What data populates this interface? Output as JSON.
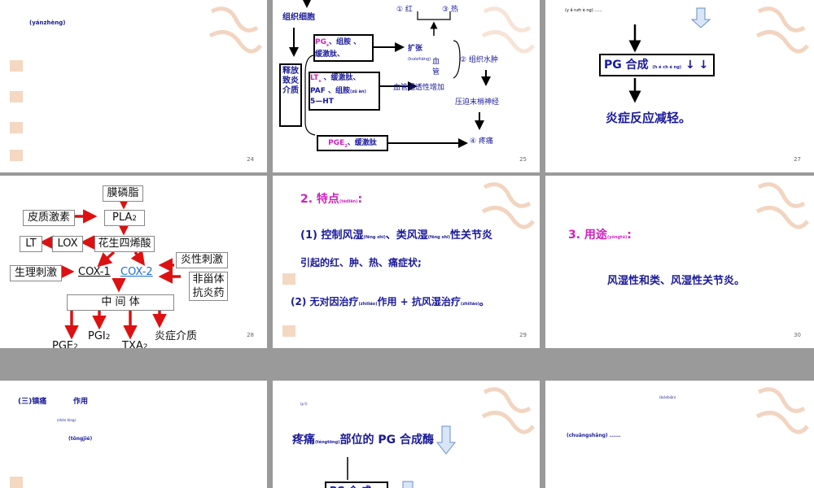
{
  "slides": {
    "s24": {
      "num": "24",
      "text": "(yánzhèng)"
    },
    "s25": {
      "num": "25",
      "top_left": "组织细胞",
      "release_label": "释放致炎介质",
      "box1_line1": "PG",
      "box1_sub": "s",
      "box1_rest": "、组胺  、",
      "box1_line2": "缓激肽、",
      "box2_line1": "LT",
      "box2_sub": "s",
      "box2_rest": " 、缓激肽、",
      "box2_line2": "PAF 、组胺",
      "box2_pinyin": "(zǔ àn)",
      "box2_line3": "5—HT",
      "box3": "PGE",
      "box3_sub": "2",
      "box3_rest": "、缓激肽",
      "red": "① 红",
      "heat": "③ 热",
      "expand": "扩张",
      "expand_pinyin": "(kuòzhāng)",
      "vessel": "血管",
      "perm": "血管通透性增加",
      "swell": "② 组织水肿",
      "press": "压迫末梢神经",
      "pain": "④ 疼痛"
    },
    "s27": {
      "num": "27",
      "top_pinyin": "(y ǎ nzh è ng)  ......",
      "pg_box": "PG 合成",
      "pg_pinyin": "(h é ch é ng)",
      "arrows": "↓ ↓",
      "result": "炎症反应减轻。"
    },
    "s28": {
      "num": "28",
      "membrane": "膜磷脂",
      "cortico": "皮质激素",
      "pla2": "PLA",
      "pla2_sub": "2",
      "lt": "LT",
      "lox": "LOX",
      "aa": "花生四烯酸",
      "inflam_stim": "炎性刺激",
      "physio": "生理刺激",
      "cox1": "COX-1",
      "cox2": "COX-2",
      "nsaid1": "非甾体",
      "nsaid2": "抗炎药",
      "middle": "中    间    体",
      "pge2": "PGE",
      "pgi2": "PGI",
      "txa2": "TXA",
      "sub2": "2",
      "mediator": "炎症介质"
    },
    "s29": {
      "num": "29",
      "heading": "2. 特点",
      "heading_pinyin": "(tèdiǎn)",
      "p1a": "(1) 控制风湿",
      "p1b": "(fēng shī)",
      "p1c": "、类风湿",
      "p1d": "(fēng shī)",
      "p1e": "性关节炎",
      "p1f": "引起的红、肿、热、痛症状;",
      "p2a": "(2) 无对因治疗",
      "p2b": "(zhìliáo)",
      "p2c": "作用 + 抗风湿治疗",
      "p2d": "(zhìliáo)",
      "p2e": "。"
    },
    "s30": {
      "num": "30",
      "heading": "3. 用途",
      "heading_pinyin": "(yòngtú)",
      "body": "风湿性和类、风湿性关节炎。"
    },
    "s31": {
      "title": "(三)镇痛",
      "title2": "作用",
      "pinyin1": "(zhèn tòng)",
      "pinyin2": "(tōngjié)"
    },
    "s32": {
      "top": "(p  t)",
      "heading_a": "疼痛",
      "heading_pinyin": "(téngtōng)",
      "heading_b": "部位的 PG 合成酶",
      "box": "PG 合 成"
    },
    "s33": {
      "top": "(biǎnbiān)",
      "mid": "(chuāngshāng) ......"
    }
  },
  "colors": {
    "navy": "#1a1a9a",
    "pink": "#d020c0",
    "red": "#dd1111",
    "link": "#1e6fcf"
  }
}
